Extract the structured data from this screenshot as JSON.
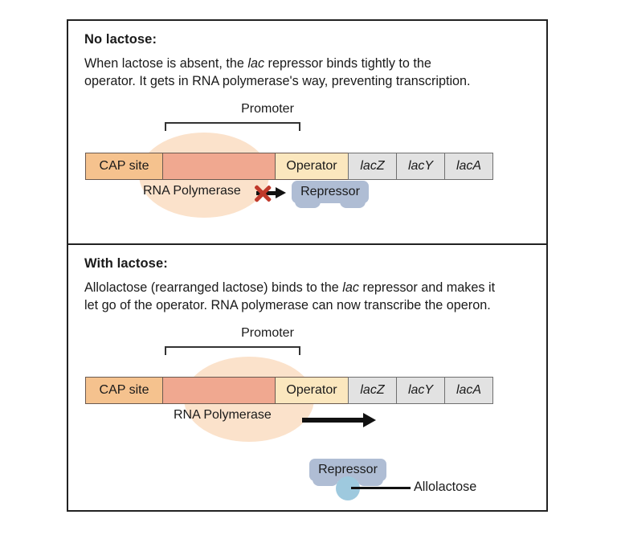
{
  "figure": {
    "title": "lac operon regulation diagram"
  },
  "panels": [
    {
      "id": "no-lactose",
      "heading": "No lactose:",
      "body_line1_a": "When lactose is absent, the ",
      "body_italic": "lac",
      "body_line1_b": " repressor binds tightly to the",
      "body_line2": "operator. It gets in RNA polymerase's way, preventing transcription.",
      "bracket_label": "Promoter",
      "polymerase_label": "RNA Polymerase",
      "repressor_label": "Repressor",
      "operon": [
        {
          "label": "CAP site",
          "type": "cap"
        },
        {
          "label": "",
          "type": "promoter"
        },
        {
          "label": "Operator",
          "type": "operator"
        },
        {
          "label": "lacZ",
          "type": "gene"
        },
        {
          "label": "lacY",
          "type": "gene"
        },
        {
          "label": "lacA",
          "type": "gene"
        }
      ],
      "transcription_blocked": true
    },
    {
      "id": "with-lactose",
      "heading": "With lactose:",
      "body_line1_a": "Allolactose (rearranged lactose) binds to the ",
      "body_italic": "lac",
      "body_line1_b": " repressor and makes it",
      "body_line2": "let go of the operator. RNA polymerase can now transcribe the operon.",
      "bracket_label": "Promoter",
      "polymerase_label": "RNA Polymerase",
      "repressor_label": "Repressor",
      "allolactose_label": "Allolactose",
      "operon": [
        {
          "label": "CAP site",
          "type": "cap"
        },
        {
          "label": "",
          "type": "promoter"
        },
        {
          "label": "Operator",
          "type": "operator"
        },
        {
          "label": "lacZ",
          "type": "gene"
        },
        {
          "label": "lacY",
          "type": "gene"
        },
        {
          "label": "lacA",
          "type": "gene"
        }
      ],
      "transcription_blocked": false
    }
  ],
  "colors": {
    "cap_site": "#F5C28E",
    "promoter": "#F0A890",
    "operator": "#FBE7BE",
    "gene": "#E2E2E2",
    "polymerase_blob": "#FBE2CB",
    "repressor": "#AFBDD4",
    "allolactose": "#9EC9DE",
    "block_x": "#C0392B",
    "border": "#222222"
  }
}
